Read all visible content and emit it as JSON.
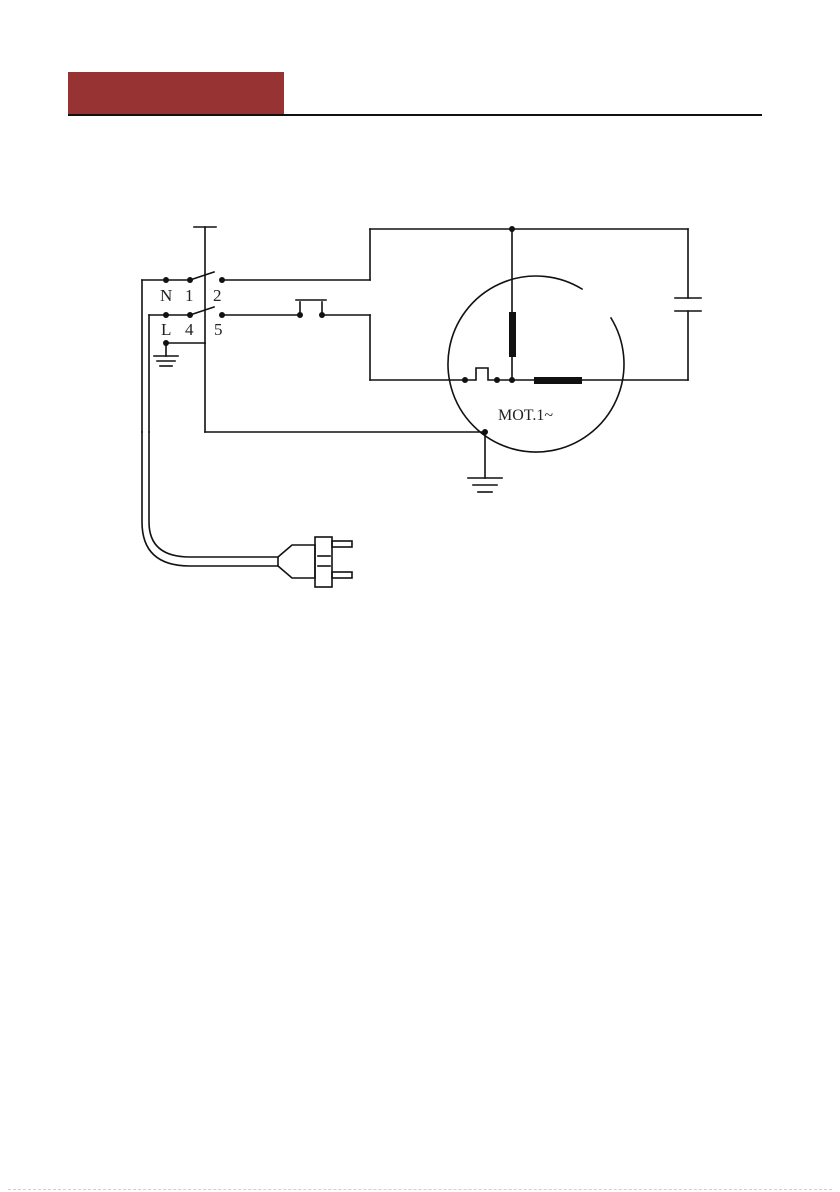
{
  "colors": {
    "accent": "#983333",
    "line": "#111111"
  },
  "terminals": {
    "n": "N",
    "one": "1",
    "two": "2",
    "l": "L",
    "four": "4",
    "five": "5"
  },
  "motor": {
    "label": "MOT.1~"
  },
  "icons": {
    "ground": "ground-symbol",
    "capacitor": "capacitor-symbol",
    "plug": "power-plug",
    "switch": "switch-symbol",
    "push_button": "push-button-symbol",
    "thermal_protector": "thermal-protector-symbol",
    "winding": "winding-symbol"
  }
}
